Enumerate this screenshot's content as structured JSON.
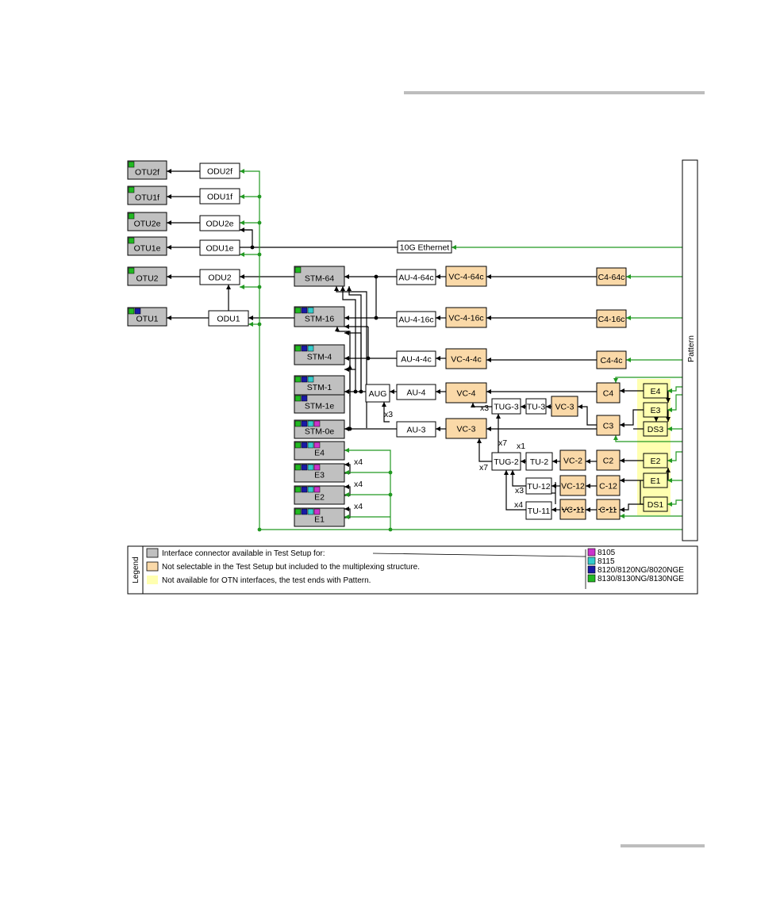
{
  "diagram": {
    "pattern_label": "Pattern",
    "nodes": {
      "otu2f": "OTU2f",
      "otu1f": "OTU1f",
      "otu2e": "OTU2e",
      "otu1e": "OTU1e",
      "otu2": "OTU2",
      "otu1": "OTU1",
      "odu2f": "ODU2f",
      "odu1f": "ODU1f",
      "odu2e": "ODU2e",
      "odu1e": "ODU1e",
      "odu2": "ODU2",
      "odu1": "ODU1",
      "eth10g": "10G Ethernet",
      "stm64": "STM-64",
      "stm16": "STM-16",
      "stm4": "STM-4",
      "stm1": "STM-1",
      "stm1e": "STM-1e",
      "stm0e": "STM-0e",
      "e4_if": "E4",
      "e3_if": "E3",
      "e2_if": "E2",
      "e1_if": "E1",
      "au464c": "AU-4-64c",
      "au416c": "AU-4-16c",
      "au44c": "AU-4-4c",
      "aug": "AUG",
      "au4": "AU-4",
      "au3": "AU-3",
      "vc464c": "VC-4-64c",
      "vc416c": "VC-4-16c",
      "vc44c": "VC-4-4c",
      "vc4": "VC-4",
      "vc3_main": "VC-3",
      "tug3": "TUG-3",
      "tu3": "TU-3",
      "vc3_small": "VC-3",
      "tug2": "TUG-2",
      "tu2": "TU-2",
      "vc2": "VC-2",
      "tu12": "TU-12",
      "vc12": "VC-12",
      "tu11": "TU-11",
      "vc11": "VC-11",
      "c464c": "C4-64c",
      "c416c": "C4-16c",
      "c44c": "C4-4c",
      "c4": "C4",
      "c3": "C3",
      "c2": "C2",
      "c12": "C-12",
      "c11": "C-11",
      "e4_p": "E4",
      "e3_p": "E3",
      "ds3_p": "DS3",
      "e2_p": "E2",
      "e1_p": "E1",
      "ds1_p": "DS1"
    },
    "multipliers": {
      "x3_aug": "x3",
      "x3_tug3": "x3",
      "x7_tug2a": "x7",
      "x7_tug2b": "x7",
      "x1": "x1",
      "x3_tu12": "x3",
      "x4_tu11": "x4",
      "x4_e4": "x4",
      "x4_e3": "x4",
      "x4_e2": "x4"
    }
  },
  "legend": {
    "title": "Legend",
    "items": [
      {
        "text": "Interface connector available in Test Setup for:",
        "swatch": "#c0c0c0"
      },
      {
        "text": "Not selectable in the Test Setup but included to the multiplexing structure.",
        "swatch": "#fad9a8"
      },
      {
        "text": "Not available for OTN interfaces, the test ends with Pattern.",
        "swatch": "#ffffb0"
      }
    ],
    "models": [
      {
        "text": "8105",
        "color": "#cc33cc"
      },
      {
        "text": "8115",
        "color": "#33cccc"
      },
      {
        "text": "8120/8120NG/8020NGE",
        "color": "#1a1aa6"
      },
      {
        "text": "8130/8130NG/8130NGE",
        "color": "#22b922"
      }
    ]
  },
  "colors": {
    "interface": "#c0c0c0",
    "structure": "#fad9a8",
    "otn_only": "#ffffb0",
    "green_line": "#229922",
    "black_line": "#000000"
  }
}
